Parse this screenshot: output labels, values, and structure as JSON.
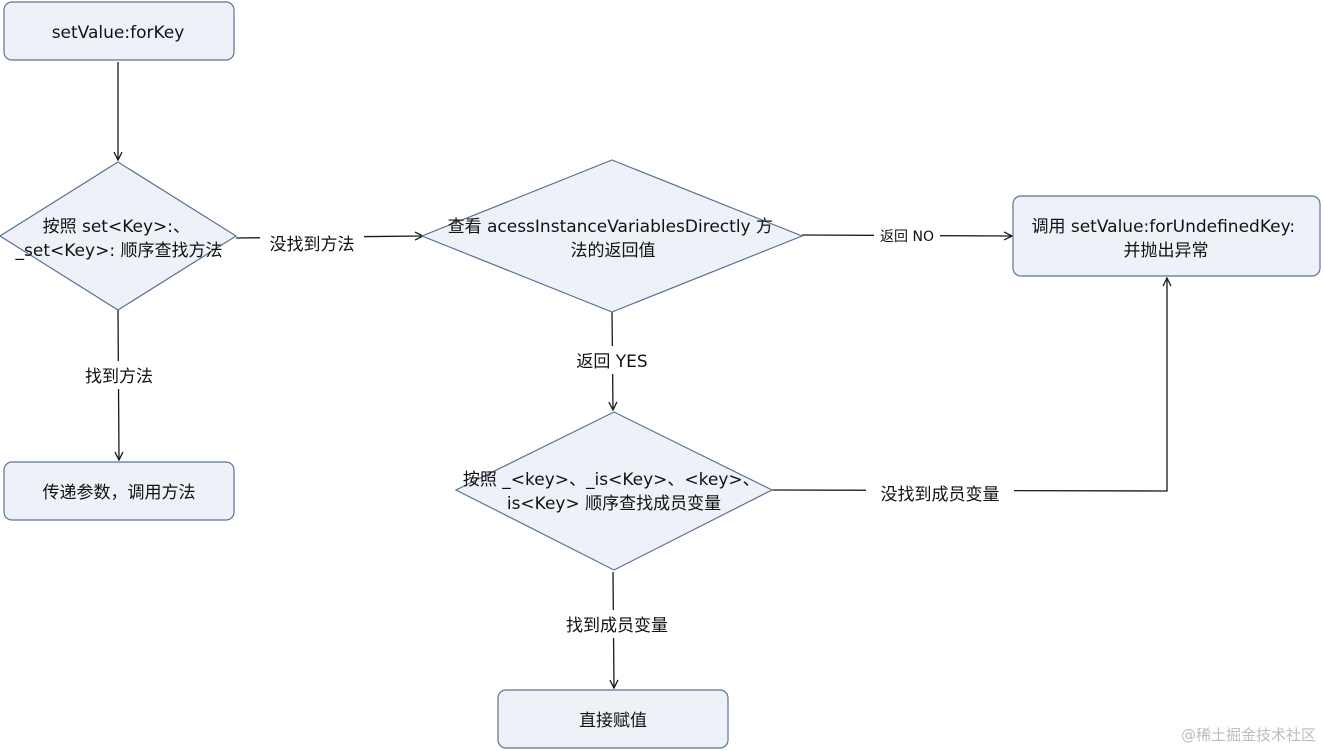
{
  "nodes": {
    "start": {
      "text": [
        "setValue:forKey"
      ]
    },
    "setter_lookup": {
      "text": [
        "按照 set<Key>:、",
        "_set<Key>: 顺序查找方法"
      ]
    },
    "call_method": {
      "text": [
        "传递参数，调用方法"
      ]
    },
    "check_access": {
      "text": [
        "查看 acessInstanceVariablesDirectly 方",
        "法的返回值"
      ]
    },
    "undefined_key": {
      "text": [
        "调用 setValue:forUndefinedKey:",
        "并抛出异常"
      ]
    },
    "ivar_lookup": {
      "text": [
        "按照 _<key>、_is<Key>、<key>、",
        "is<Key> 顺序查找成员变量"
      ]
    },
    "assign_directly": {
      "text": [
        "直接赋值"
      ]
    }
  },
  "edges": {
    "method_found": "找到方法",
    "method_not_found": "没找到方法",
    "returns_no": "返回 NO",
    "returns_yes": "返回 YES",
    "ivar_not_found": "没找到成员变量",
    "ivar_found": "找到成员变量"
  },
  "watermark": "@稀土掘金技术社区",
  "colors": {
    "shape_fill": "#eef2f8",
    "shape_stroke": "#5b7396",
    "edge": "#1a1a1a",
    "text": "#111111",
    "watermark": "#b9bcc2"
  }
}
